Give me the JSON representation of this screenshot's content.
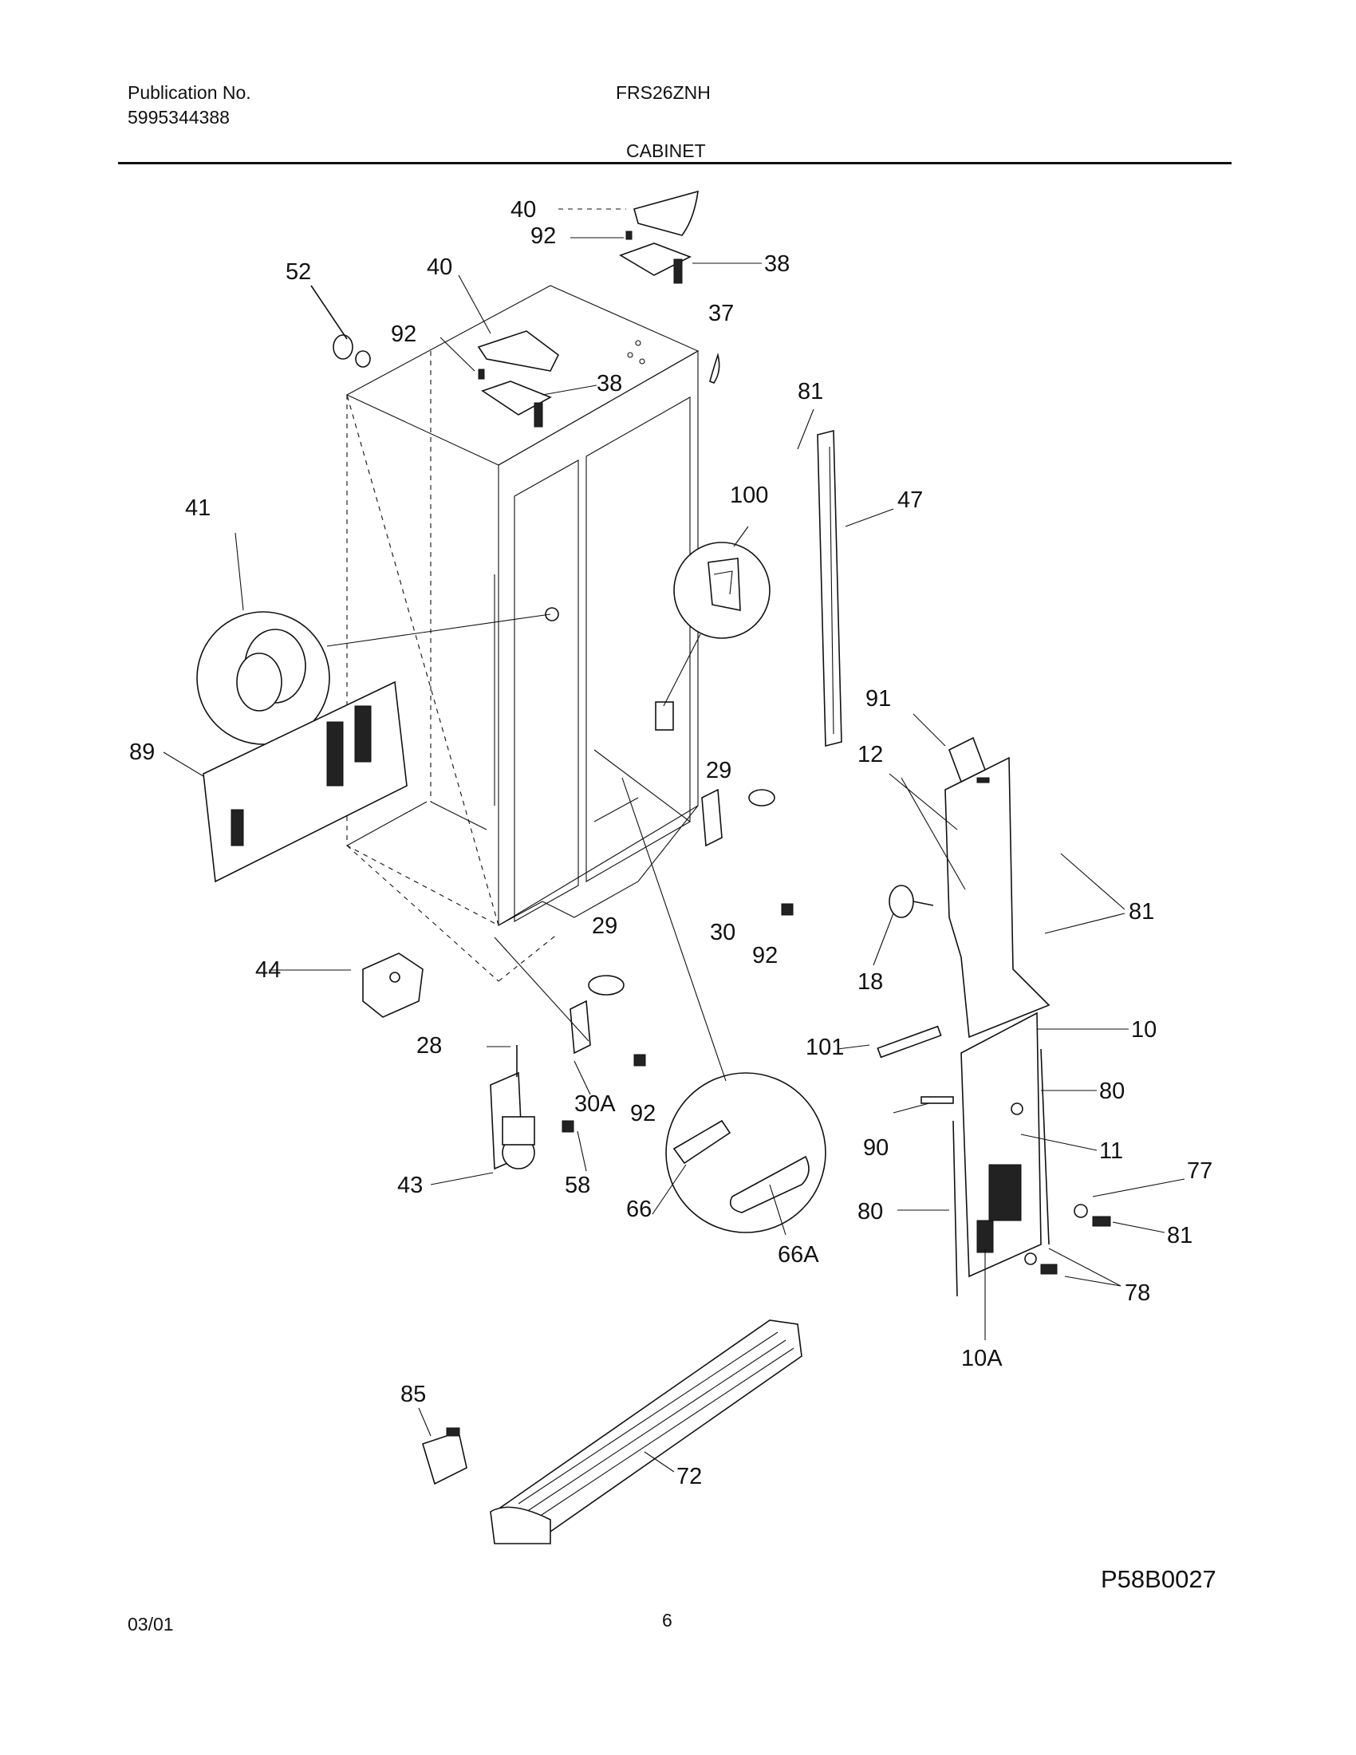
{
  "header": {
    "publication_label": "Publication No.",
    "publication_number": "5995344388",
    "model": "FRS26ZNH",
    "section": "CABINET"
  },
  "diagram": {
    "callouts": [
      "40",
      "92",
      "38",
      "52",
      "40",
      "92",
      "38",
      "37",
      "81",
      "47",
      "41",
      "100",
      "89",
      "91",
      "12",
      "29",
      "81",
      "30",
      "92",
      "18",
      "29",
      "44",
      "10",
      "101",
      "28",
      "30A",
      "92",
      "80",
      "90",
      "11",
      "77",
      "43",
      "58",
      "66",
      "80",
      "81",
      "66A",
      "78",
      "10A",
      "85",
      "72"
    ]
  },
  "footer": {
    "drawing_code": "P58B0027",
    "date": "03/01",
    "page": "6"
  }
}
